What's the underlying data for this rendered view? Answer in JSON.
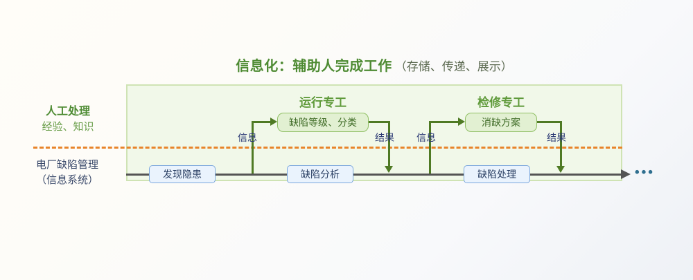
{
  "title": {
    "strong": "信息化：辅助人完成工作",
    "paren": "（存储、传递、展示）"
  },
  "side_labels": {
    "manual": {
      "line1": "人工处理",
      "line2": "经验、知识"
    },
    "system": {
      "line1": "电厂缺陷管理",
      "line2": "（信息系统）"
    }
  },
  "groups": [
    {
      "title": "运行专工",
      "task": "缺陷等级、分类",
      "in_label": "信息",
      "out_label": "结果"
    },
    {
      "title": "检修专工",
      "task": "消缺方案",
      "in_label": "信息",
      "out_label": "结果"
    }
  ],
  "timeline": {
    "steps": [
      "发现隐患",
      "缺陷分析",
      "缺陷处理"
    ],
    "continuation": "•••"
  },
  "colors": {
    "panel_fill": "#f1f8e9",
    "panel_border": "#cfe3b4",
    "title_green": "#4e8b33",
    "group_green": "#5f9a3a",
    "task_fill": "#e2f0d2",
    "task_border": "#8fbf63",
    "connector_green": "#4f7a24",
    "divider_orange": "#e8842a",
    "timeline_gray": "#545454",
    "sys_fill": "#eaf3fd",
    "sys_border": "#7ba7dd",
    "sys_text": "#2a3f63",
    "flow_label": "#2d3b75",
    "ellipsis": "#2f6f8f"
  }
}
